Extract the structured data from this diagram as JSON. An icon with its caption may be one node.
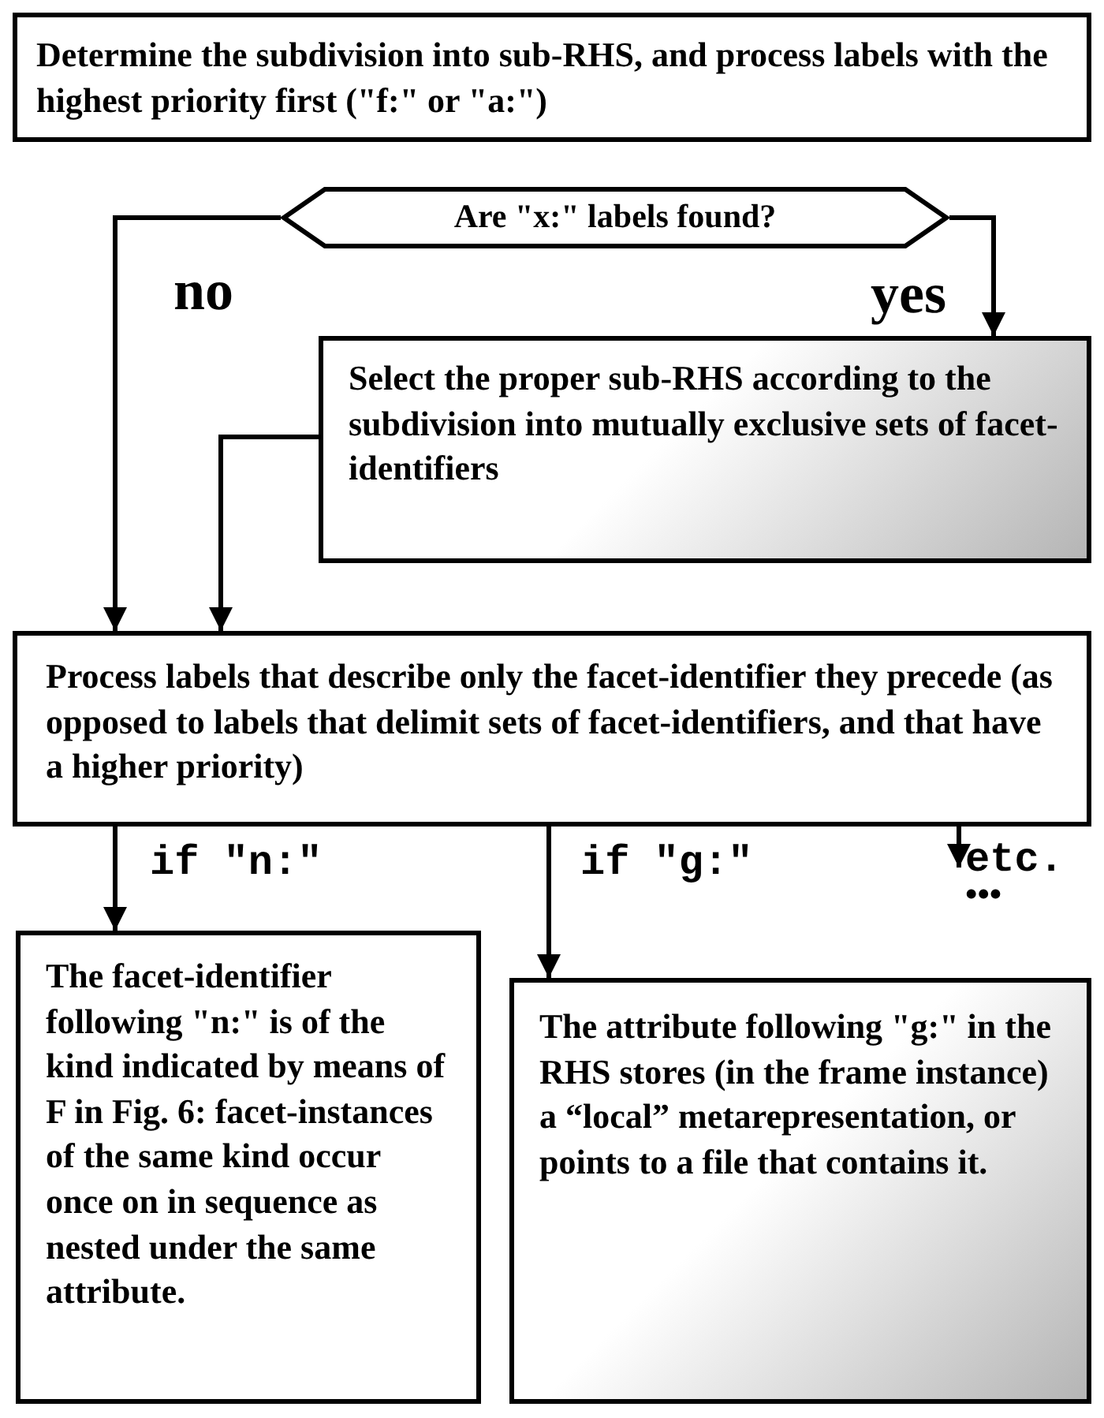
{
  "diagram": {
    "nodes": [
      {
        "text": [
          "Determine the subdivision into sub-RHS, and process labels with the highest priority first (\"f:\" or \"a:\")"
        ]
      },
      {
        "text": [
          "Are \"x:\" labels found?"
        ]
      },
      {
        "text": [
          "Select the proper sub-RHS according to the subdivision into mutually exclusive sets of facet-identifiers"
        ]
      },
      {
        "text": [
          "Process labels that describe only the facet-identifier they precede (as opposed to labels that delimit sets of facet-identifiers, and that have a higher priority)"
        ]
      },
      {
        "text": [
          "The facet-identifier following \"n:\" is of the kind indicated by means of F in Fig. 6: facet-instances of the same kind occur once on in sequence as nested under the same attribute."
        ]
      },
      {
        "text": [
          "The attribute following \"g:\" in the RHS stores (in the frame instance) a “local” metarepresentation, or points to a file that contains it."
        ]
      },
      {
        "text": [
          "etc.",
          "•••"
        ]
      }
    ],
    "edges": [
      {
        "from": 1,
        "to": 3,
        "arrow": "to",
        "label": "no"
      },
      {
        "from": 1,
        "to": 2,
        "arrow": "to",
        "label": "yes"
      },
      {
        "from": 2,
        "to": 3,
        "arrow": "to"
      },
      {
        "from": 3,
        "to": 4,
        "arrow": "to",
        "label": "if \"n:\""
      },
      {
        "from": 3,
        "to": 5,
        "arrow": "to",
        "label": "if \"g:\""
      },
      {
        "from": 3,
        "to": 6,
        "arrow": "to"
      }
    ]
  }
}
